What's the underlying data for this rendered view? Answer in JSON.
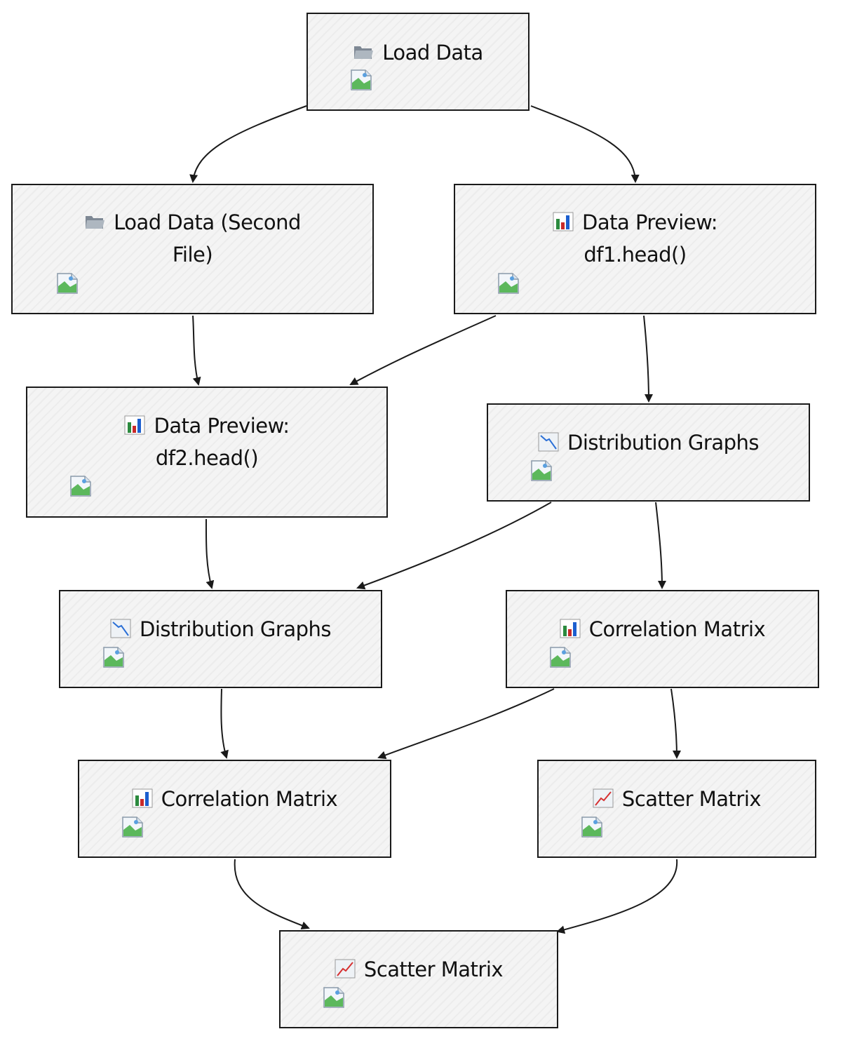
{
  "nodes": [
    {
      "id": "load1",
      "icon": "folder-icon",
      "label": "Load Data"
    },
    {
      "id": "load2",
      "icon": "folder-icon",
      "label_line1": "Load Data (Second",
      "label_line2": "File)"
    },
    {
      "id": "preview1",
      "icon": "bar-chart-icon",
      "label_line1": "Data Preview:",
      "label_line2": "df1.head()"
    },
    {
      "id": "preview2",
      "icon": "bar-chart-icon",
      "label_line1": "Data Preview:",
      "label_line2": "df2.head()"
    },
    {
      "id": "dist1",
      "icon": "chart-decreasing-icon",
      "label": "Distribution Graphs"
    },
    {
      "id": "dist2",
      "icon": "chart-decreasing-icon",
      "label": "Distribution Graphs"
    },
    {
      "id": "corr1",
      "icon": "bar-chart-icon",
      "label": "Correlation Matrix"
    },
    {
      "id": "corr2",
      "icon": "bar-chart-icon",
      "label": "Correlation Matrix"
    },
    {
      "id": "scatter1",
      "icon": "chart-increasing-icon",
      "label": "Scatter Matrix"
    },
    {
      "id": "scatter2",
      "icon": "chart-increasing-icon",
      "label": "Scatter Matrix"
    }
  ],
  "edges": [
    {
      "from": "load1",
      "to": "load2"
    },
    {
      "from": "load1",
      "to": "preview1"
    },
    {
      "from": "load2",
      "to": "preview2"
    },
    {
      "from": "preview1",
      "to": "preview2"
    },
    {
      "from": "preview1",
      "to": "dist1"
    },
    {
      "from": "preview2",
      "to": "dist2"
    },
    {
      "from": "dist1",
      "to": "dist2"
    },
    {
      "from": "dist1",
      "to": "corr1"
    },
    {
      "from": "dist2",
      "to": "corr2"
    },
    {
      "from": "corr1",
      "to": "corr2"
    },
    {
      "from": "corr1",
      "to": "scatter1"
    },
    {
      "from": "corr2",
      "to": "scatter2"
    },
    {
      "from": "scatter1",
      "to": "scatter2"
    }
  ],
  "colors": {
    "border": "#1a1a1a",
    "fill": "#f4f4f4",
    "edge": "#1a1a1a"
  }
}
